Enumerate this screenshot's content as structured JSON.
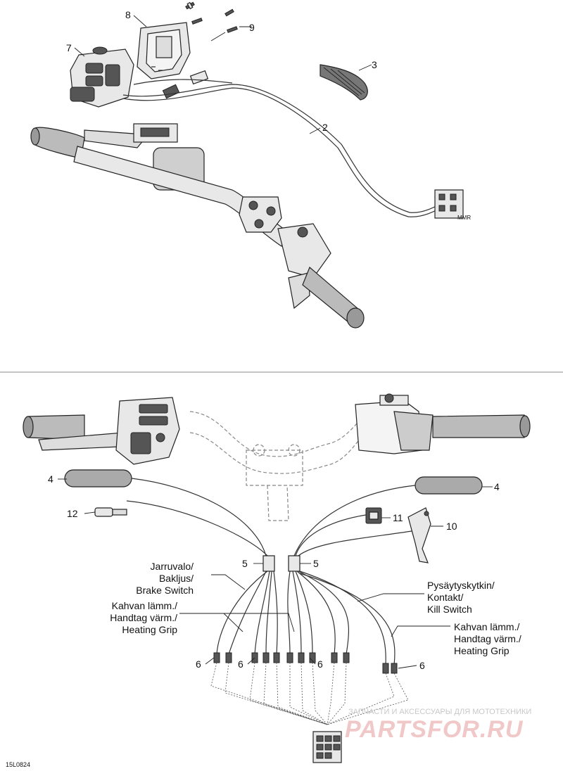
{
  "callouts": {
    "c1": "8",
    "c2": "9",
    "c3": "7",
    "c4": "3",
    "c5": "2",
    "c6": "4",
    "c7": "4",
    "c8": "12",
    "c9": "11",
    "c10": "10",
    "c11": "5",
    "c12": "5",
    "c13": "6",
    "c14": "6",
    "c15": "6",
    "c16": "6"
  },
  "notes": {
    "brake_switch": [
      "Jarruvalo/",
      "Bakljus/",
      "Brake Switch"
    ],
    "heating_grip_left": [
      "Kahvan lämm./",
      "Handtag värm./",
      "Heating Grip"
    ],
    "kill_switch": [
      "Pysäytyskytkin/",
      "Kontakt/",
      "Kill Switch"
    ],
    "heating_grip_right": [
      "Kahvan lämm./",
      "Handtag värm./",
      "Heating Grip"
    ]
  },
  "figure_id": "15L0824",
  "small_mark": "MMR",
  "watermark": {
    "line1": "ЗАПЧАСТИ И АКСЕССУАРЫ ДЛЯ МОТОТЕХНИКИ",
    "line2": "PARTSFOR.RU"
  }
}
